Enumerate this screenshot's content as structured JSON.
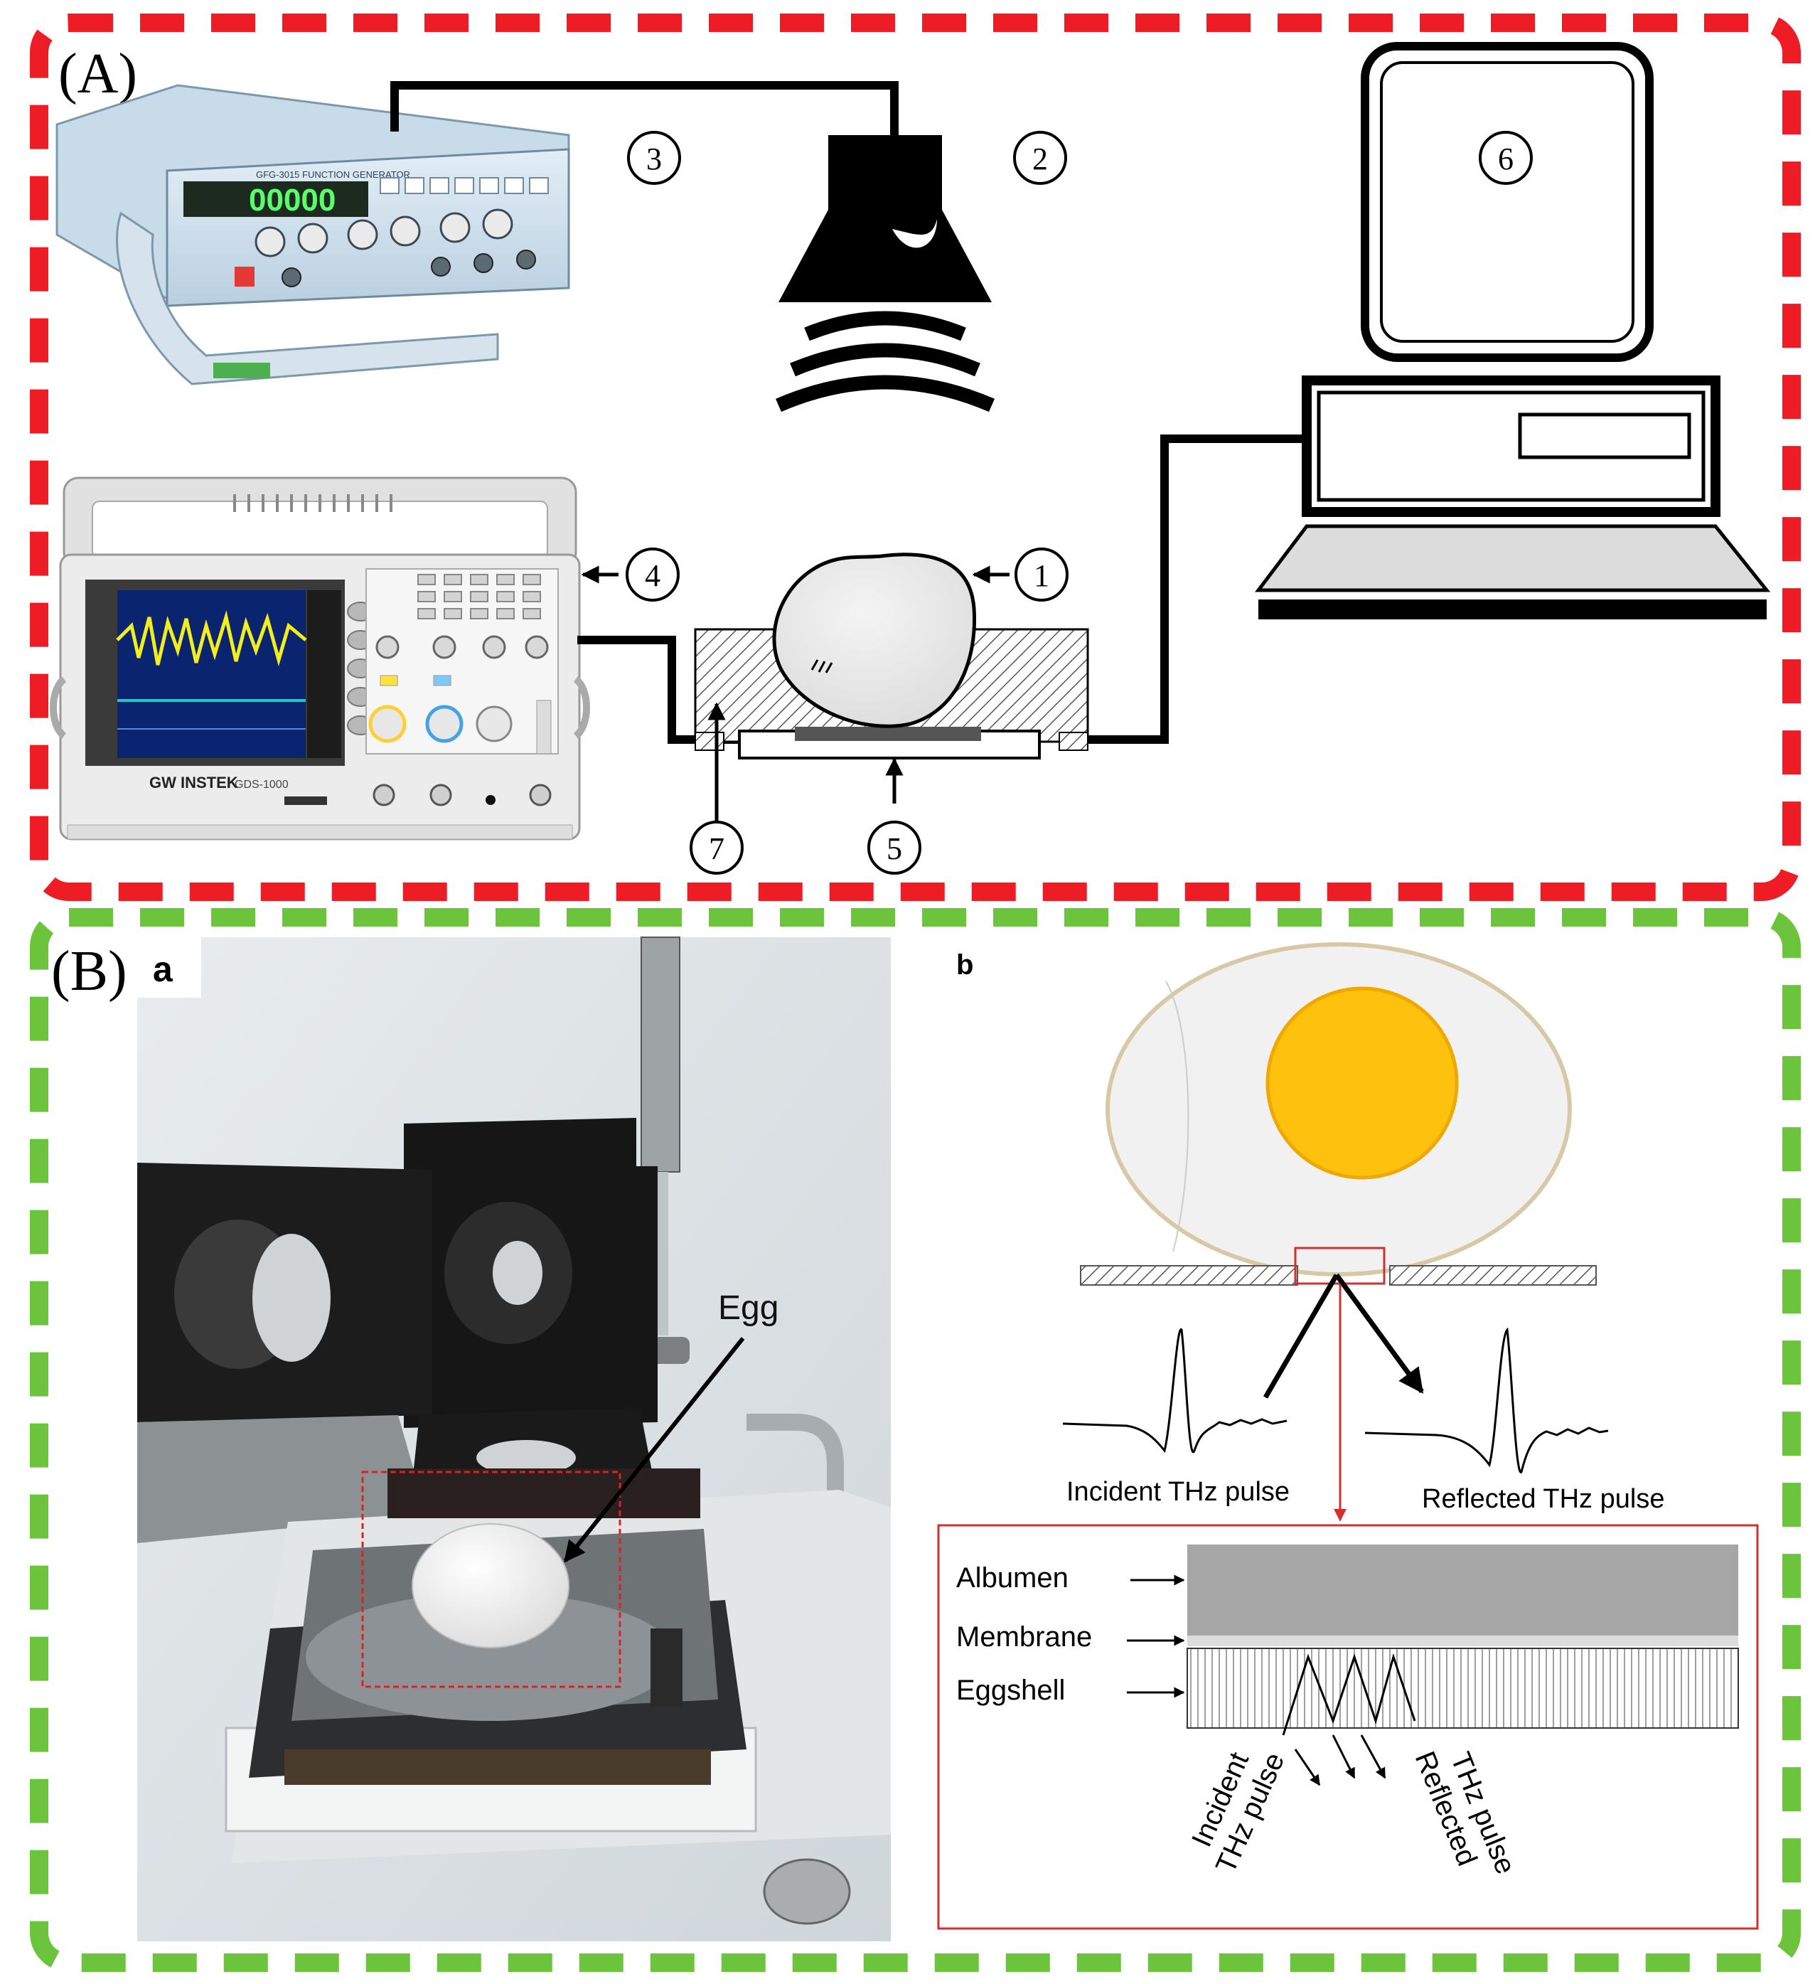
{
  "panel_a": {
    "label": "(A)",
    "frame_color": "#ee1c24",
    "markers": [
      "1",
      "2",
      "3",
      "4",
      "5",
      "6",
      "7"
    ],
    "function_generator": {
      "display": "00000",
      "model_text": "GFG-3015 FUNCTION GENERATOR",
      "icon": "function-generator-icon"
    },
    "oscilloscope": {
      "brand": "GW INSTEK",
      "model": "GDS-1000",
      "trace_color": "#f2ee1c",
      "icon": "oscilloscope-icon"
    },
    "speaker_icon": "ultrasound-speaker-icon",
    "computer_icon": "computer-icon",
    "egg_icon": "egg-icon"
  },
  "panel_b": {
    "label": "(B)",
    "frame_color": "#6cc43c",
    "photo": {
      "sublabel": "a",
      "egg_label": "Egg",
      "highlight_color": "#e02020"
    },
    "schematic": {
      "sublabel": "b",
      "yolk_color": "#fec10e",
      "yolk_edge_color": "#f0a800",
      "shell_color": "#d8c9a6",
      "incident_label": "Incident  THz  pulse",
      "reflected_label": "Reflected THz  pulse",
      "layers": [
        "Albumen",
        "Membrane",
        "Eggshell"
      ],
      "inset_incident_lines": [
        "Incident",
        "THz pulse"
      ],
      "inset_reflected_lines": [
        "Reflected",
        "THz pulse"
      ],
      "accent_color": "#d32f2f"
    }
  }
}
